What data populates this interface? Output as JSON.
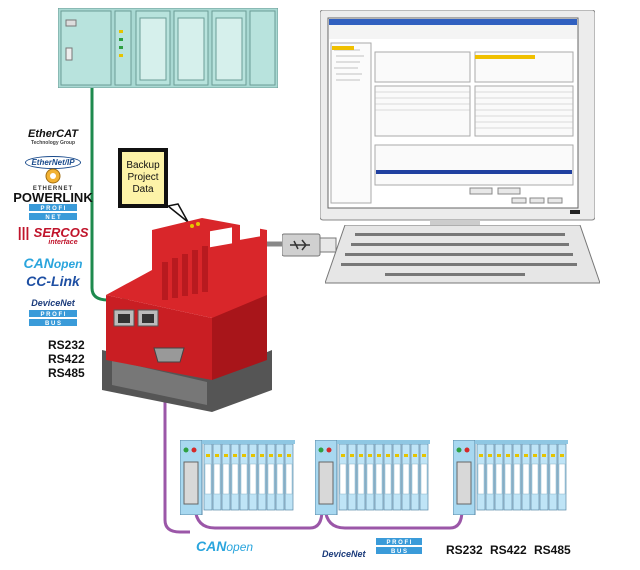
{
  "backup_note": {
    "line1": "Backup",
    "line2": "Project",
    "line3": "Data"
  },
  "protocol_logos": {
    "ethercat": "EtherCAT",
    "ethercat_sub": "Technology Group",
    "ethernetip": "EtherNet/IP",
    "ethernet_powerlink_top": "ETHERNET",
    "ethernet_powerlink": "POWERLINK",
    "profinet": "PROFINET",
    "sercos": "SERCOS",
    "sercos_sub": "interface",
    "canopen_can": "CAN",
    "canopen_open": "open",
    "cclink": "CC-Link",
    "devicenet": "DeviceNet",
    "profibus": "PROFIBUS",
    "rs232": "RS232",
    "rs422": "RS422",
    "rs485": "RS485"
  },
  "bottom_labels": {
    "canopen_can": "CAN",
    "canopen_open": "open",
    "devicenet": "DeviceNet",
    "profibus": "PROFIBUS",
    "rs232": "RS232",
    "rs422": "RS422",
    "rs485": "RS485"
  },
  "colors": {
    "gateway_red": "#d9262a",
    "plc_teal": "#a9d9d3",
    "io_blue": "#a8d8f0",
    "ethernet_cable": "#1e8a4e",
    "fieldbus_cable": "#9b57a8",
    "canopen_blue": "#2aa5dd"
  }
}
